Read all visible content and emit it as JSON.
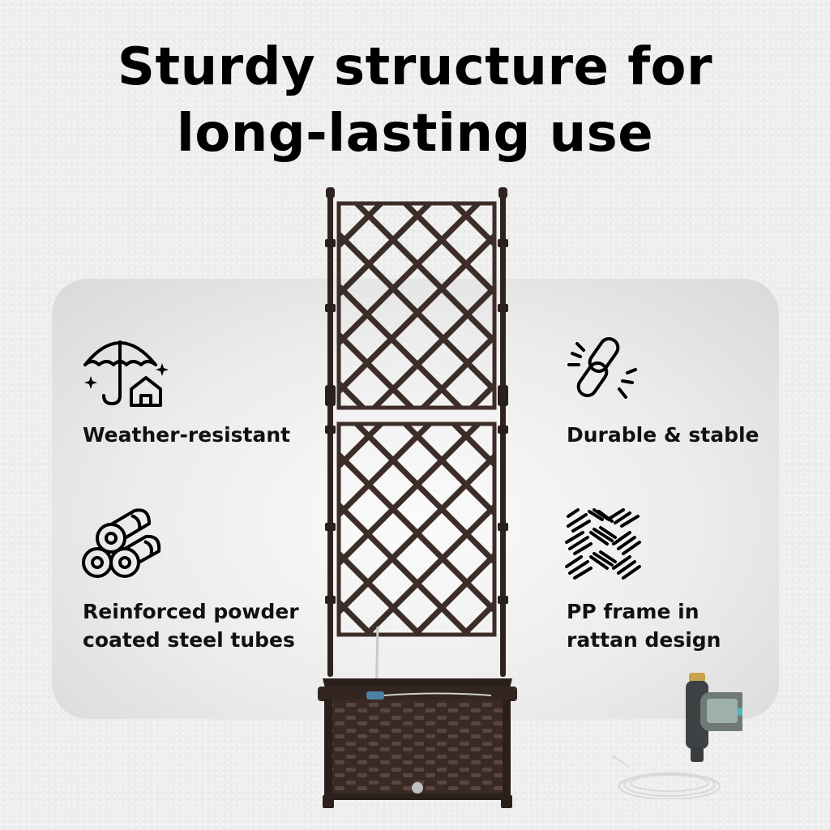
{
  "headline": {
    "line1": "Sturdy structure for",
    "line2": "long-lasting use"
  },
  "features": [
    {
      "icon": "umbrella-house-icon",
      "label": "Weather-resistant"
    },
    {
      "icon": "chain-link-icon",
      "label": "Durable & stable"
    },
    {
      "icon": "steel-tubes-icon",
      "label_line1": "Reinforced powder",
      "label_line2": "coated steel tubes"
    },
    {
      "icon": "rattan-weave-icon",
      "label_line1": "PP frame in",
      "label_line2": "rattan design"
    }
  ],
  "product": {
    "name_icon": "trellis-planter-image",
    "frame_color": "#3b2b26",
    "accent_timer": "#5a7c7a"
  }
}
